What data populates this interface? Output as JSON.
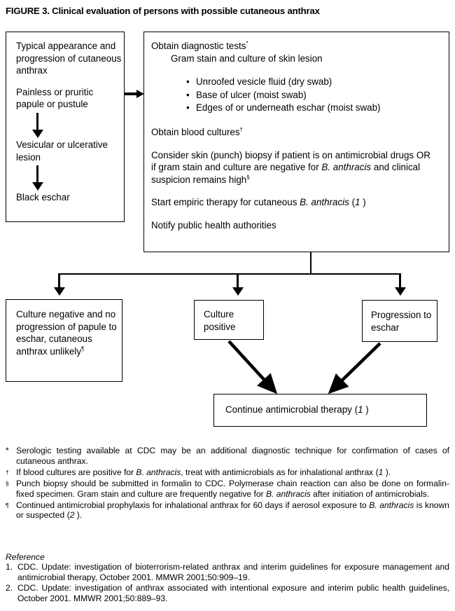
{
  "figure": {
    "title": "FIGURE 3. Clinical evaluation of persons with possible cutaneous anthrax"
  },
  "clinical_box": {
    "heading": "Typical appearance and progression of cutaneous anthrax",
    "stage1": "Painless or pruritic papule or pustule",
    "stage2": "Vesicular or ulcerative lesion",
    "stage3": "Black eschar"
  },
  "diagnostic_box": {
    "line_obtain_tests": "Obtain diagnostic tests",
    "line_obtain_tests_mark": "*",
    "line_gram_stain": "Gram stain and culture of skin lesion",
    "bullets": [
      "Unroofed vesicle fluid (dry swab)",
      "Base of ulcer (moist swab)",
      "Edges of or underneath eschar (moist swab)"
    ],
    "line_blood_cultures": "Obtain blood cultures",
    "line_blood_cultures_mark": "†",
    "biopsy_part1": "Consider skin (punch) biopsy if patient is on antimicrobial drugs OR if gram stain and culture are negative for ",
    "biopsy_italic": "B. anthracis",
    "biopsy_part2": " and clinical suspicion remains high",
    "biopsy_mark": "§",
    "empiric_part1": "Start empiric therapy for cutaneous ",
    "empiric_italic": "B. anthracis",
    "empiric_part2": " (",
    "empiric_ref": "1",
    "empiric_part3": " )",
    "line_notify": "Notify public health authorities"
  },
  "outcomes": {
    "culture_negative_part1": "Culture negative and no progression of papule to eschar, cutaneous anthrax unlikely",
    "culture_negative_mark": "¶",
    "culture_positive": "Culture positive",
    "progression": "Progression to eschar"
  },
  "continue_box": {
    "part1": "Continue antimicrobial therapy (",
    "ref": "1",
    "part2": " )"
  },
  "footnotes": [
    {
      "mark": "*",
      "mark_is_sup": false,
      "text": "Serologic testing available at CDC may be an additional diagnostic technique for confirmation of cases of cutaneous anthrax."
    },
    {
      "mark": "†",
      "mark_is_sup": true,
      "text_part1": "If blood cultures are positive for ",
      "italic1": "B. anthracis",
      "text_part2": ", treat with antimicrobials as for inhalational anthrax (",
      "ref": "1",
      "text_part3": " )."
    },
    {
      "mark": "§",
      "mark_is_sup": true,
      "text_part1": "Punch biopsy should be submitted in formalin to CDC. Polymerase chain reaction can also be done on formalin-fixed specimen. Gram stain and culture are frequently negative for ",
      "italic1": "B. anthracis",
      "text_part2": " after initiation of antimicrobials."
    },
    {
      "mark": "¶",
      "mark_is_sup": true,
      "text_part1": "Continued antimicrobial prophylaxis for inhalational anthrax for 60 days if aerosol exposure to ",
      "italic1": "B. anthracis",
      "text_part2": " is known or suspected (",
      "ref": "2",
      "text_part3": " )."
    }
  ],
  "references": {
    "heading": "Reference",
    "items": [
      {
        "num": "1.",
        "text": "CDC. Update: investigation of bioterrorism-related anthrax and interim guidelines for exposure management and antimicrobial therapy, October 2001. MMWR 2001;50:909–19."
      },
      {
        "num": "2.",
        "text": "CDC. Update: investigation of anthrax associated with intentional exposure and interim public health guidelines, October 2001. MMWR 2001;50:889–93."
      }
    ]
  },
  "colors": {
    "ink": "#000000",
    "page": "#ffffff"
  }
}
